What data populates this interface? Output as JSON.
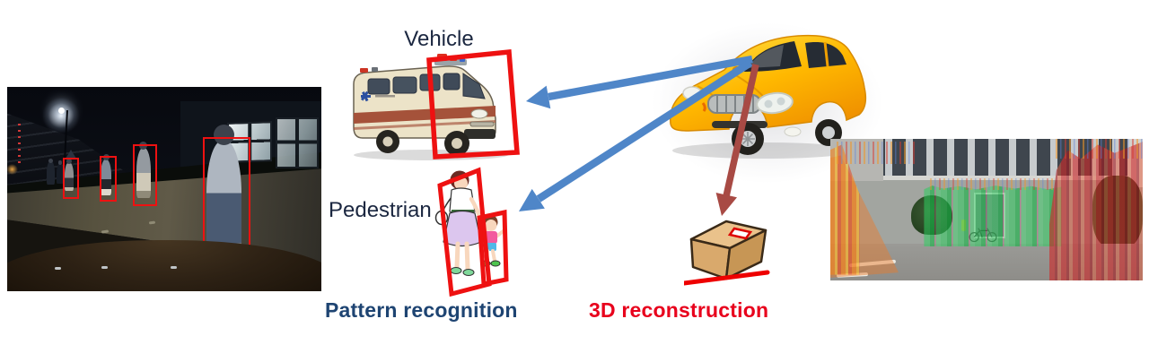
{
  "page": {
    "background": "#ffffff"
  },
  "pattern_recognition": {
    "vehicle_label": "Vehicle",
    "pedestrian_label": "Pedestrian",
    "caption": "Pattern recognition",
    "caption_color": "#1e4472",
    "label_color": "#1b2740",
    "detection_box_color": "#ee1111"
  },
  "reconstruction_3d": {
    "caption": "3D reconstruction",
    "caption_color": "#e8001c"
  },
  "arrows": {
    "blue_color": "#4f86c8",
    "red_color": "#a84a44",
    "blue_arrow_count": 2,
    "red_arrow_count": 1
  },
  "photos": {
    "left": {
      "content": "night driving camera view with pedestrians marked by red detection boxes",
      "detection_count": 4
    },
    "right": {
      "content": "courtyard camera view with colored 3D depth overlay (orange left, green center, red right)"
    }
  },
  "illustrations": {
    "camera_vehicle": "yellow-sedan",
    "vehicle_example": "ambulance",
    "pedestrian_example": "mother-and-child",
    "reconstruction_example": "cardboard-box"
  }
}
